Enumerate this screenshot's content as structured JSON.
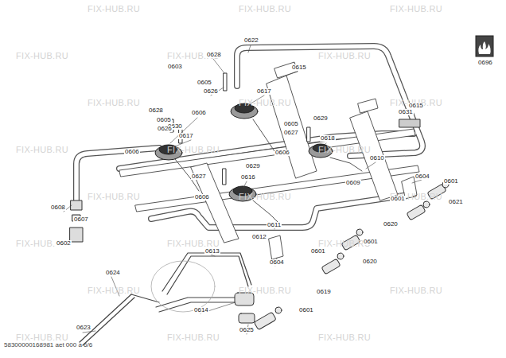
{
  "diagram": {
    "labels": [
      "0622",
      "0628",
      "0603",
      "0615",
      "0605",
      "0626",
      "0617",
      "0696",
      "0628",
      "0605",
      "0630",
      "0626",
      "0617",
      "0606",
      "0615",
      "0631",
      "0605",
      "0629",
      "0627",
      "0618",
      "0606",
      "0606",
      "0610",
      "0609",
      "0627",
      "0629",
      "0616",
      "0606",
      "0604",
      "0601",
      "0608",
      "0607",
      "0601",
      "0621",
      "0620",
      "0611",
      "0612",
      "0602",
      "0604",
      "0601",
      "0601",
      "0620",
      "0613",
      "0624",
      "0619",
      "0614",
      "0601",
      "0623",
      "0625",
      "58300000168981 aet 000 a 6/6",
      "FIX-HUB.RU",
      "FIX-HUB.RU",
      "FIX-HUB.RU",
      "FIX-HUB.RU",
      "FIX-HUB.RU",
      "FIX-HUB.RU",
      "FIX-HUB.RU",
      "FIX-HUB.RU",
      "FIX-HUB.RU",
      "FIX-HUB.RU",
      "FIX-HUB.RU",
      "FIX-HUB.RU",
      "FIX-HUB.RU",
      "FIX-HUB.RU",
      "FIX-HUB.RU",
      "FIX-HUB.RU",
      "FIX-HUB.RU",
      "FIX-HUB.RU",
      "FIX-HUB.RU",
      "FIX-HUB.RU",
      "FIX-HUB.RU",
      "FIX-HUB.RU",
      "FIX-HUB.RU",
      "FIX-HUB.RU"
    ]
  }
}
